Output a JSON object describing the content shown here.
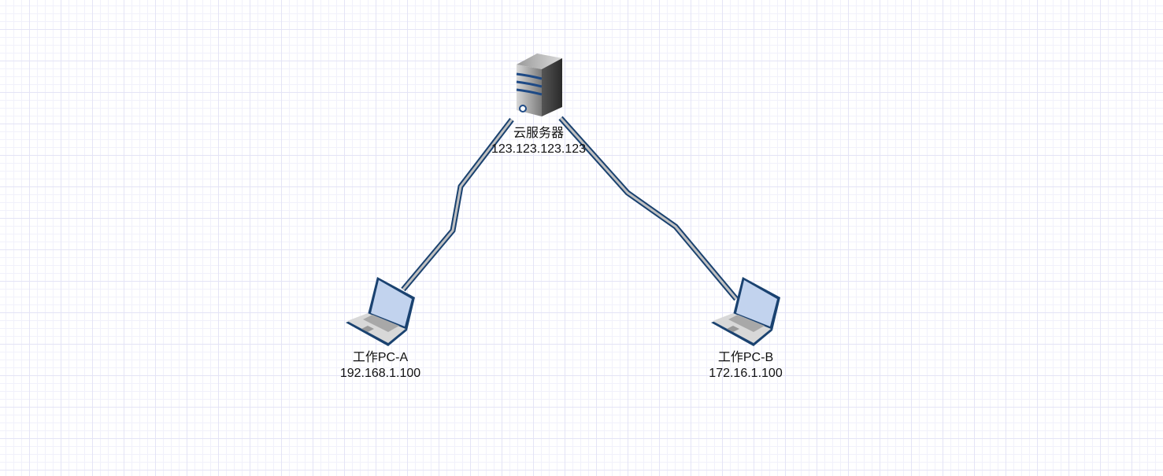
{
  "nodes": [
    {
      "id": "server",
      "name": "云服务器",
      "ip": "123.123.123.123",
      "icon": "server-icon"
    },
    {
      "id": "pc-a",
      "name": "工作PC-A",
      "ip": "192.168.1.100",
      "icon": "laptop-icon"
    },
    {
      "id": "pc-b",
      "name": "工作PC-B",
      "ip": "172.16.1.100",
      "icon": "laptop-icon"
    }
  ],
  "colors": {
    "link_stroke": "#1a4270",
    "link_fill": "#c0c0c0",
    "screen": "#c2d3ee"
  }
}
